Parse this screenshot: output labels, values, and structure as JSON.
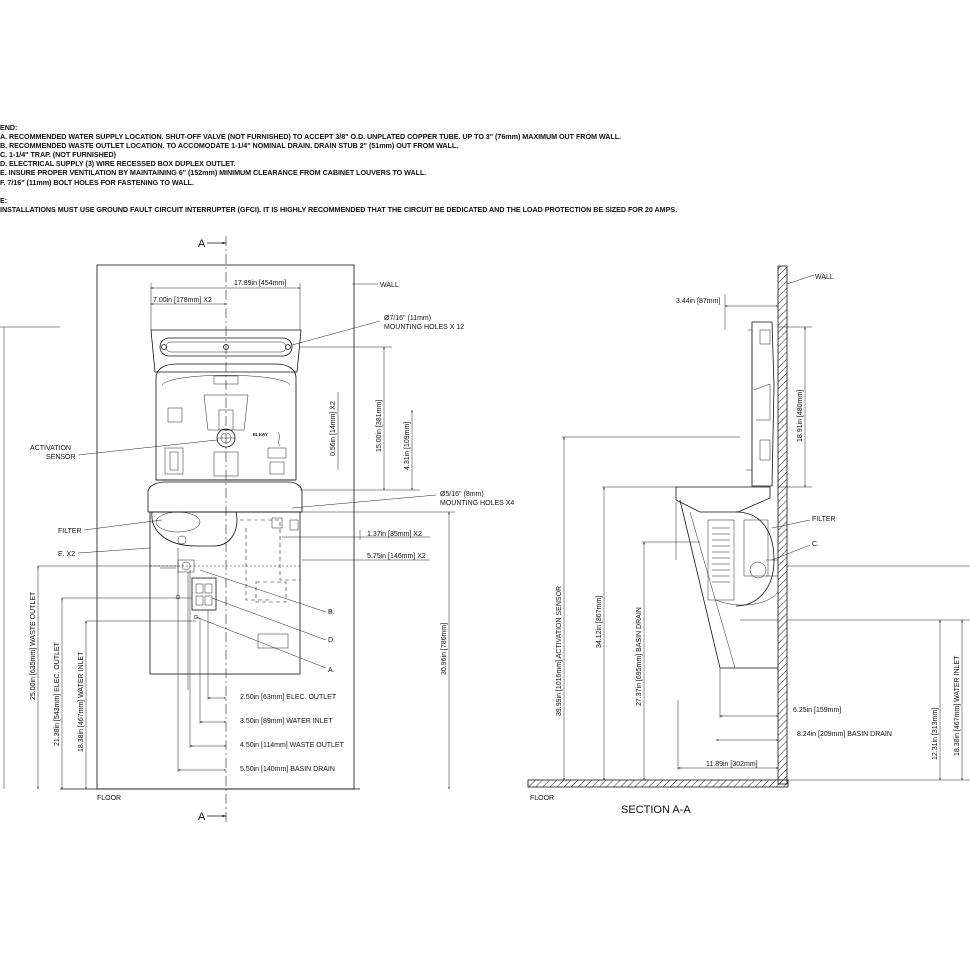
{
  "legend": {
    "header": "END:",
    "items": [
      "A. RECOMMENDED WATER SUPPLY LOCATION.  SHUT-OFF VALVE (NOT FURNISHED)  TO ACCEPT 3/8\" O.D. UNPLATED COPPER TUBE.  UP TO 3\" (76mm) MAXIMUM OUT FROM WALL.",
      "B. RECOMMENDED WASTE OUTLET LOCATION.  TO ACCOMODATE 1-1/4\" NOMINAL DRAIN.  DRAIN STUB 2\" (51mm) OUT FROM WALL.",
      "C.  1-1/4\" TRAP. (NOT FURNISHED)",
      "D. ELECTRICAL SUPPLY (3) WIRE RECESSED BOX DUPLEX OUTLET.",
      "E.  INSURE PROPER VENTILATION BY MAINTAINING 6\" (152mm) MINIMUM CLEARANCE FROM CABINET LOUVERS TO WALL.",
      "F.  7/16\" (11mm) BOLT HOLES FOR FASTENING TO WALL."
    ],
    "note_header": "E:",
    "note": "INSTALLATIONS MUST USE GROUND FAULT CIRCUIT INTERRUPTER (GFCI).  IT IS HIGHLY RECOMMENDED THAT THE CIRCUIT BE DEDICATED AND THE LOAD PROTECTION BE SIZED FOR 20 AMPS."
  },
  "front_view": {
    "section_marker": "A",
    "wall_label": "WALL",
    "floor_label": "FLOOR",
    "dim_width": "17.89in [454mm]",
    "dim_holes_spacing": "7.00in [178mm]  X2",
    "mounting_holes_top": "Ø7/16\" (11mm)",
    "mounting_holes_top_count": "MOUNTING HOLES X 12",
    "mounting_holes_bottom": "Ø5/16\" (8mm)",
    "mounting_holes_bottom_count": "MOUNTING HOLES X4",
    "dim_15": "15.00in [381mm]",
    "dim_056": "0.56in [14mm]  X2",
    "dim_431": "4.31in [109mm]",
    "dim_137": "1.37in [35mm]  X2",
    "dim_575": "5.75in [146mm]  X2",
    "dim_3096": "30.96in [786mm]",
    "activation_sensor_1": "ACTIVATION",
    "activation_sensor_2": "SENSOR",
    "filter": "FILTER",
    "e_x2": "E. X2",
    "label_b": "B.",
    "label_d": "D.",
    "label_a": "A.",
    "brand": "ELKAY",
    "dim_waste_outlet_v": "25.00in [635mm]  WASTE OUTLET",
    "dim_elec_outlet_v": "21.38in [543mm]  ELEC. OUTLET",
    "dim_water_inlet_v": "18.38in [467mm]  WATER INLET",
    "dim_elec_outlet_h": "2.50in [63mm]   ELEC. OUTLET",
    "dim_water_inlet_h": "3.50in [89mm]   WATER INLET",
    "dim_waste_outlet_h": "4.50in [114mm]   WASTE OUTLET",
    "dim_basin_drain_h": "5.50in [140mm]   BASIN DRAIN"
  },
  "side_view": {
    "title": "SECTION A-A",
    "wall_label": "WALL",
    "floor_label": "FLOOR",
    "filter": "FILTER",
    "label_c": "C.",
    "dim_344": "3.44in [87mm]",
    "dim_1891": "18.91in [480mm]",
    "dim_activation": "39.99in [1016mm]  ACTIVATION SENSOR",
    "dim_3412": "34.12in [867mm]",
    "dim_basin_drain_v": "27.37in [695mm]  BASIN DRAIN",
    "dim_625": "6.25in [159mm]",
    "dim_824": "8.24in [209mm]  BASIN DRAIN",
    "dim_1189": "11.89in [302mm]",
    "dim_1231": "12.31in [313mm]",
    "dim_water_inlet_v": "18.38in [467mm]  WATER INLET"
  }
}
